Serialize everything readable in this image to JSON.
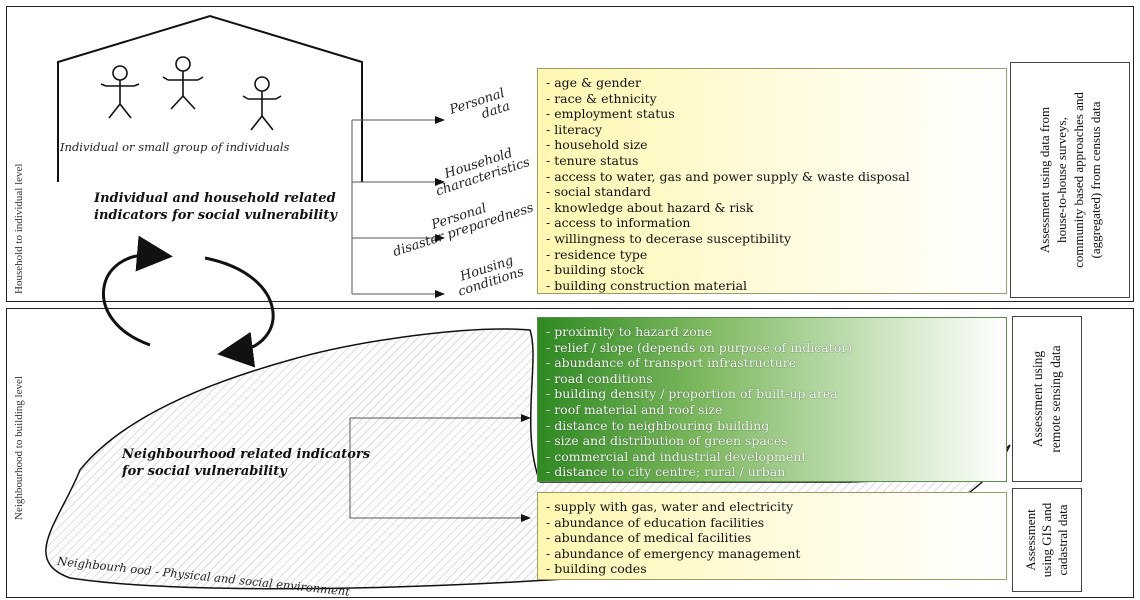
{
  "top_panel": {
    "side_label": "Household to individual level",
    "house_caption": "Individual or small group of individuals",
    "heading_lines": [
      "Individual and household related",
      "indicators for social vulnerability"
    ],
    "categories": [
      {
        "lines": [
          "Personal",
          "data"
        ]
      },
      {
        "lines": [
          "Household",
          "characteristics"
        ]
      },
      {
        "lines": [
          "Personal",
          "disaster preparedness"
        ]
      },
      {
        "lines": [
          "Housing",
          "conditions"
        ]
      }
    ],
    "indicators": [
      "- age & gender",
      "- race & ethnicity",
      "- employment status",
      "- literacy",
      "- household size",
      "- tenure status",
      "- access to water, gas and power supply & waste disposal",
      "- social standard",
      "- knowledge about hazard & risk",
      "- access to information",
      "- willingness to decerase susceptibility",
      "- residence type",
      "- building stock",
      "- building construction material"
    ],
    "assessment_lines": [
      "Assessment using data from",
      "house-to-house surveys,",
      "community based approaches and",
      "(aggregated) from census data"
    ]
  },
  "bottom_panel": {
    "side_label": "Neighbourhood to building level",
    "heading_lines": [
      "Neighbourhood related indicators",
      "for social vulnerability"
    ],
    "area_caption": "Neighbourh ood - Physical and social environment",
    "remote_indicators": [
      "- proximity to hazard zone",
      "- relief / slope (depends on purpose of indicator)",
      "- abundance of transport infrastructure",
      "- road conditions",
      "- building density / proportion of built-up area",
      "- roof  material and roof size",
      "- distance to neighbouring building",
      "- size and distribution of green spaces",
      "- commercial and industrial development",
      "- distance to city centre; rural / urban"
    ],
    "remote_assessment_lines": [
      "Assessment using",
      "remote sensing data"
    ],
    "gis_indicators": [
      "- supply with gas, water and electricity",
      "- abundance of education facilities",
      "- abundance of medical facilities",
      "- abundance of emergency management",
      "- building codes"
    ],
    "gis_assessment_lines": [
      "Assessment",
      "using GIS and",
      "cadastral data"
    ]
  }
}
